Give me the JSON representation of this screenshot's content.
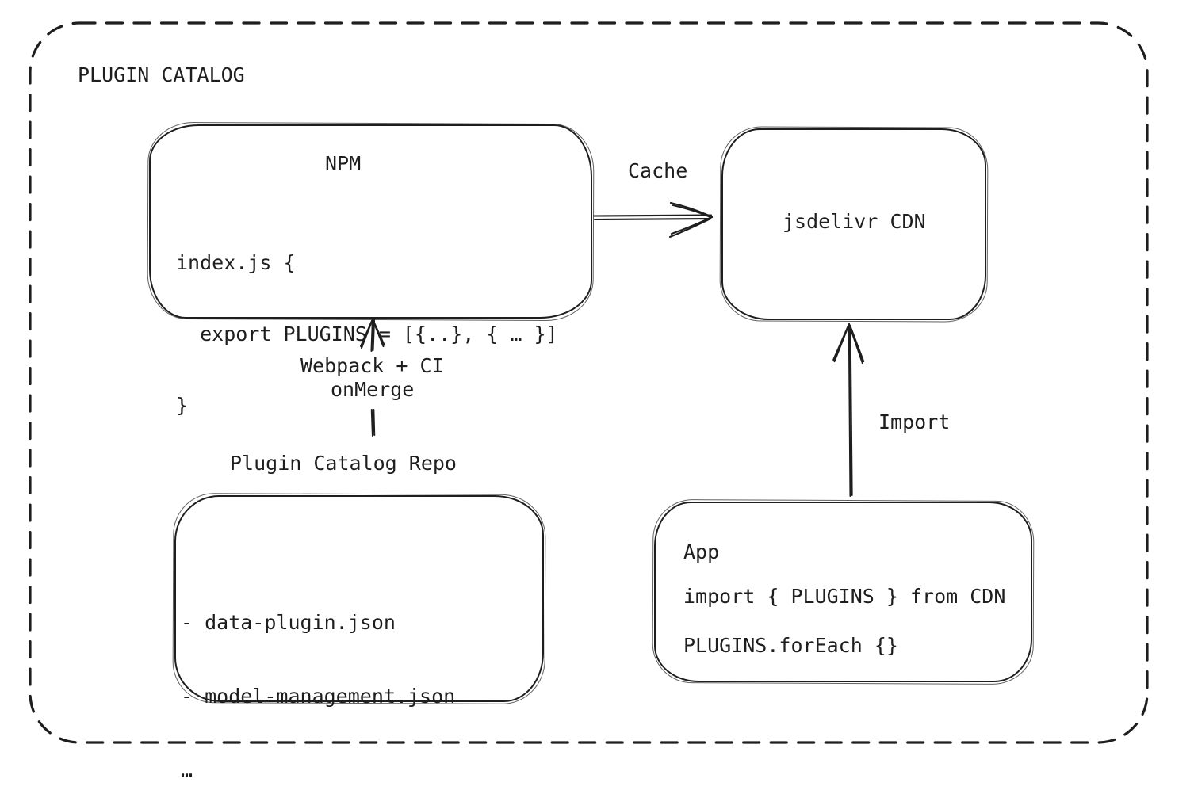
{
  "frame": {
    "title": "PLUGIN CATALOG"
  },
  "nodes": {
    "npm": {
      "title": "NPM",
      "code": {
        "line1": "index.js {",
        "line2": "  export PLUGINS = [{..}, { … }]",
        "line3": "}"
      }
    },
    "cdn": {
      "label": "jsdelivr CDN"
    },
    "repo": {
      "label": "Plugin Catalog Repo",
      "files": {
        "line1": "- data-plugin.json",
        "line2": "- model-management.json",
        "line3": "…"
      }
    },
    "app": {
      "title": "App",
      "code": {
        "line1": "import { PLUGINS } from CDN",
        "line2": "PLUGINS.forEach {}"
      }
    }
  },
  "edges": {
    "cache": {
      "label": "Cache"
    },
    "build": {
      "label_line1": "Webpack + CI",
      "label_line2": "onMerge"
    },
    "import": {
      "label": "Import"
    }
  },
  "colors": {
    "stroke": "#1e1e1e",
    "background": "#ffffff"
  }
}
